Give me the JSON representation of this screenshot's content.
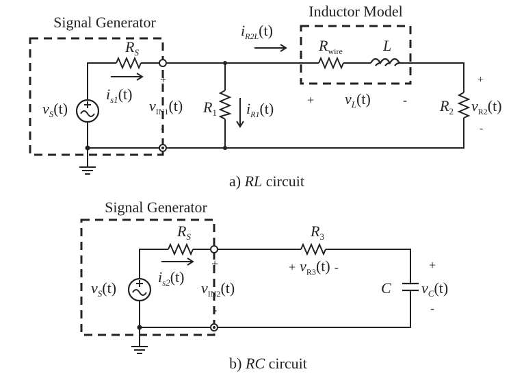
{
  "circuit_a": {
    "generator_title": "Signal Generator",
    "inductor_title": "Inductor Model",
    "source_label": "v",
    "source_sub": "S",
    "source_tail": "(t)",
    "rs_label": "R",
    "rs_sub": "S",
    "is1_label": "i",
    "is1_sub": "s1",
    "is1_tail": "(t)",
    "vin1_label": "v",
    "vin1_sub": "IN1",
    "vin1_tail": "(t)",
    "plus": "+",
    "minus": "-",
    "r1_label": "R",
    "r1_sub": "1",
    "ir1_label": "i",
    "ir1_sub": "R1",
    "ir1_tail": "(t)",
    "ir2l_label": "i",
    "ir2l_sub": "R2L",
    "ir2l_tail": "(t)",
    "rwire_label": "R",
    "rwire_sub": "wire",
    "l_label": "L",
    "vl_label": "v",
    "vl_sub": "L",
    "vl_tail": "(t)",
    "r2_label": "R",
    "r2_sub": "2",
    "vr2_label": "v",
    "vr2_sub": "R2",
    "vr2_tail": "(t)",
    "caption_prefix": "a) ",
    "caption_italic": "RL",
    "caption_suffix": " circuit"
  },
  "circuit_b": {
    "generator_title": "Signal Generator",
    "source_label": "v",
    "source_sub": "S",
    "source_tail": "(t)",
    "rs_label": "R",
    "rs_sub": "S",
    "is2_label": "i",
    "is2_sub": "s2",
    "is2_tail": "(t)",
    "vin2_label": "v",
    "vin2_sub": "IN2",
    "vin2_tail": "(t)",
    "plus": "+",
    "minus": "-",
    "r3_label": "R",
    "r3_sub": "3",
    "vr3_plus": "+",
    "vr3_label": "v",
    "vr3_sub": "R3",
    "vr3_tail": "(t)",
    "vr3_minus": "-",
    "c_label": "C",
    "vc_label": "v",
    "vc_sub": "C",
    "vc_tail": "(t)",
    "caption_prefix": "b) ",
    "caption_italic": "RC",
    "caption_suffix": " circuit"
  }
}
